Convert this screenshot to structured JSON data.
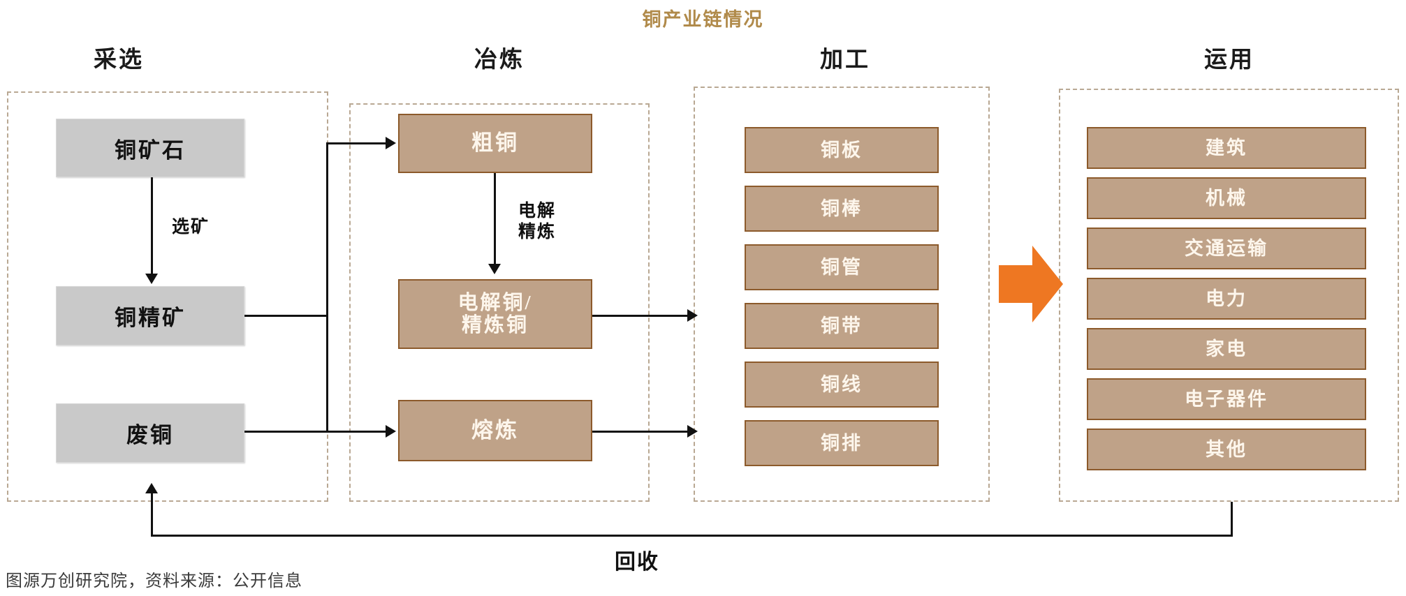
{
  "title": "铜产业链情况",
  "title_color": "#b08a4a",
  "stages": [
    {
      "key": "mining",
      "label": "采选"
    },
    {
      "key": "smelting",
      "label": "冶炼"
    },
    {
      "key": "processing",
      "label": "加工"
    },
    {
      "key": "application",
      "label": "运用"
    }
  ],
  "mining": {
    "header": "采选",
    "boxes": [
      {
        "label": "铜矿石"
      },
      {
        "label": "铜精矿"
      },
      {
        "label": "废铜"
      }
    ],
    "edge_label": "选矿",
    "box_fill": "#c9c9c9",
    "box_text_color": "#111111"
  },
  "smelting": {
    "header": "冶炼",
    "boxes": [
      {
        "label": "粗铜"
      },
      {
        "label_line1": "电解铜/",
        "label_line2": "精炼铜"
      },
      {
        "label": "熔炼"
      }
    ],
    "edge_label_line1": "电解",
    "edge_label_line2": "精炼",
    "box_fill": "#bfa288",
    "box_border": "#8c5a2b",
    "box_text_color": "#fdf6ec"
  },
  "processing": {
    "header": "加工",
    "items": [
      "铜板",
      "铜棒",
      "铜管",
      "铜带",
      "铜线",
      "铜排"
    ]
  },
  "application": {
    "header": "运用",
    "items": [
      "建筑",
      "机械",
      "交通运输",
      "电力",
      "家电",
      "电子器件",
      "其他"
    ],
    "arrow_color": "#ee7722"
  },
  "recycle": {
    "label": "回收"
  },
  "footer": {
    "text": "图源万创研究院，资料来源：公开信息"
  }
}
